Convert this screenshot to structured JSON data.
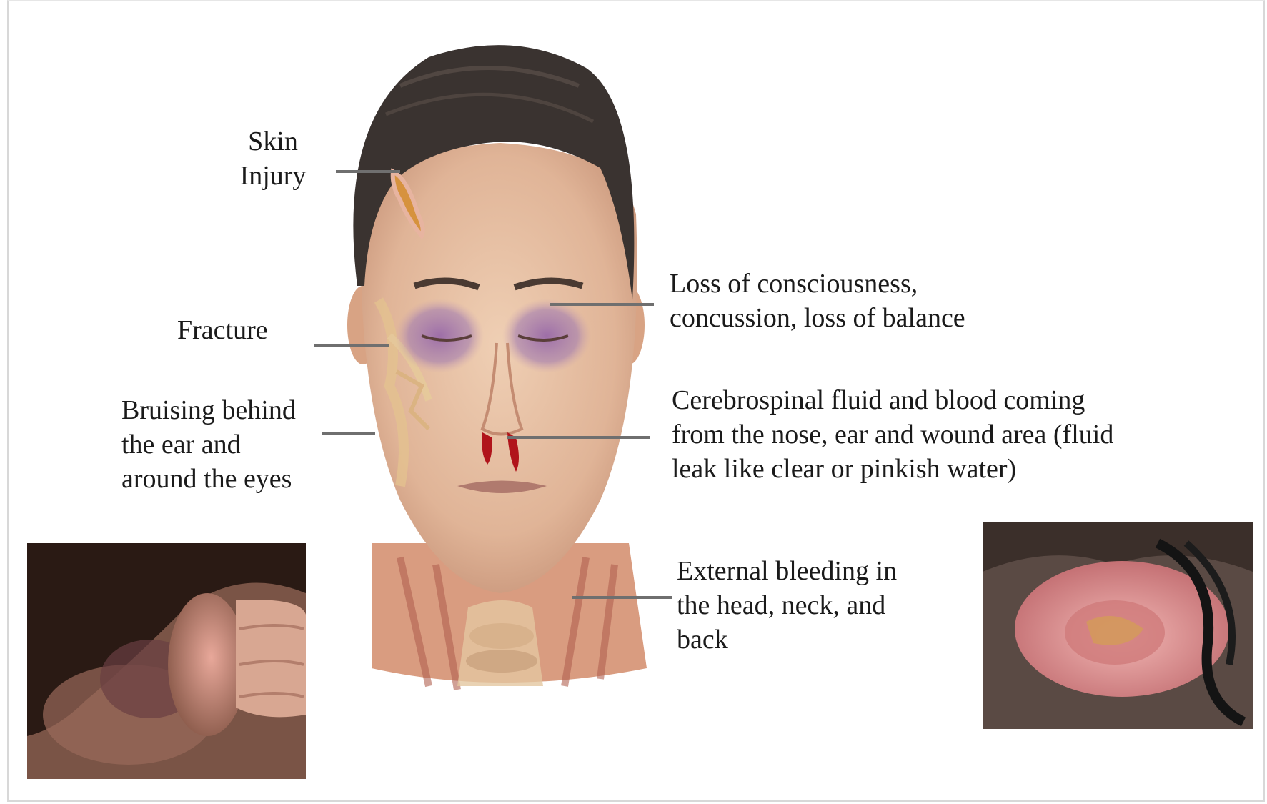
{
  "labels": {
    "skin_injury": "Skin\nInjury",
    "fracture": "Fracture",
    "bruising": "Bruising behind\nthe ear and\naround the eyes",
    "loss_of_consciousness": "Loss of consciousness,\nconcussion, loss of balance",
    "csf": "Cerebrospinal fluid and blood coming\nfrom the nose, ear and wound area (fluid\nleak like clear or pinkish water)",
    "external_bleeding": "External bleeding in\nthe head, neck, and\nback"
  },
  "colors": {
    "skin": "#e8c3a6",
    "skin_shadow": "#c99a7c",
    "hair": "#3a3330",
    "bruise": "#8a5f9a",
    "blood": "#b0141b",
    "leader": "#6f6f6f",
    "photo_dark": "#2a1a14"
  }
}
